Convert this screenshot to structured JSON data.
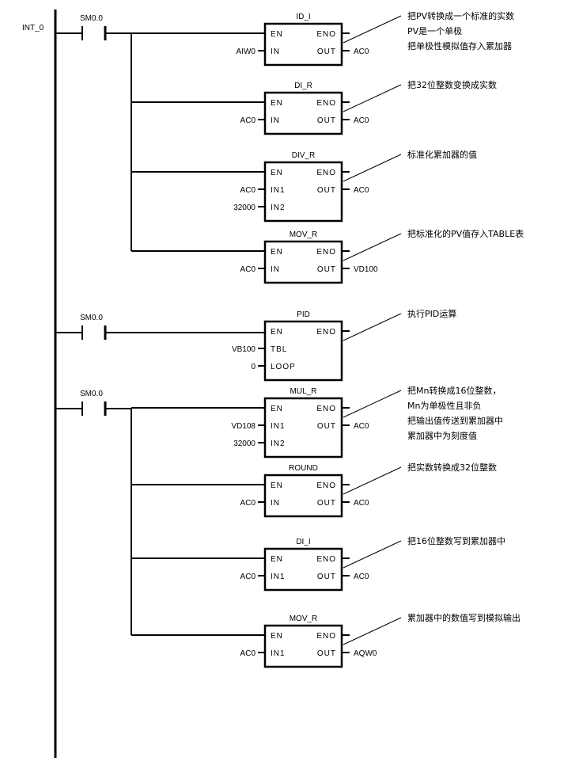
{
  "diagram": {
    "type": "ladder-logic",
    "rail_label": "INT_0",
    "networks": [
      {
        "contact": "SM0.0",
        "blocks": [
          {
            "name": "ID_I",
            "inputs": [
              {
                "pin": "EN",
                "value": ""
              },
              {
                "pin": "IN",
                "value": "AIW0"
              }
            ],
            "outputs": [
              {
                "pin": "ENO",
                "value": ""
              },
              {
                "pin": "OUT",
                "value": "AC0"
              }
            ],
            "comment": [
              "把PV转换成一个标准的实数",
              "PV是一个单极",
              "把单极性模拟值存入累加器"
            ]
          },
          {
            "name": "DI_R",
            "inputs": [
              {
                "pin": "EN",
                "value": ""
              },
              {
                "pin": "IN",
                "value": "AC0"
              }
            ],
            "outputs": [
              {
                "pin": "ENO",
                "value": ""
              },
              {
                "pin": "OUT",
                "value": "AC0"
              }
            ],
            "comment": [
              "把32位整数变换成实数"
            ]
          },
          {
            "name": "DIV_R",
            "inputs": [
              {
                "pin": "EN",
                "value": ""
              },
              {
                "pin": "IN1",
                "value": "AC0"
              },
              {
                "pin": "IN2",
                "value": "32000"
              }
            ],
            "outputs": [
              {
                "pin": "ENO",
                "value": ""
              },
              {
                "pin": "OUT",
                "value": "AC0"
              }
            ],
            "comment": [
              "标准化累加器的值"
            ]
          },
          {
            "name": "MOV_R",
            "inputs": [
              {
                "pin": "EN",
                "value": ""
              },
              {
                "pin": "IN",
                "value": "AC0"
              }
            ],
            "outputs": [
              {
                "pin": "ENO",
                "value": ""
              },
              {
                "pin": "OUT",
                "value": "VD100"
              }
            ],
            "comment": [
              "把标准化的PV值存入TABLE表"
            ]
          }
        ]
      },
      {
        "contact": "SM0.0",
        "blocks": [
          {
            "name": "PID",
            "inputs": [
              {
                "pin": "EN",
                "value": ""
              },
              {
                "pin": "TBL",
                "value": "VB100"
              },
              {
                "pin": "LOOP",
                "value": "0"
              }
            ],
            "outputs": [
              {
                "pin": "ENO",
                "value": ""
              }
            ],
            "comment": [
              "执行PID运算"
            ]
          }
        ]
      },
      {
        "contact": "SM0.0",
        "blocks": [
          {
            "name": "MUL_R",
            "inputs": [
              {
                "pin": "EN",
                "value": ""
              },
              {
                "pin": "IN1",
                "value": "VD108"
              },
              {
                "pin": "IN2",
                "value": "32000"
              }
            ],
            "outputs": [
              {
                "pin": "ENO",
                "value": ""
              },
              {
                "pin": "OUT",
                "value": "AC0"
              }
            ],
            "comment": [
              "把Mn转换成16位整数，",
              "Mn为单极性且非负",
              "把输出值传送到累加器中",
              "累加器中为刻度值"
            ]
          },
          {
            "name": "ROUND",
            "inputs": [
              {
                "pin": "EN",
                "value": ""
              },
              {
                "pin": "IN",
                "value": "AC0"
              }
            ],
            "outputs": [
              {
                "pin": "ENO",
                "value": ""
              },
              {
                "pin": "OUT",
                "value": "AC0"
              }
            ],
            "comment": [
              "把实数转换成32位整数"
            ]
          },
          {
            "name": "DI_I",
            "inputs": [
              {
                "pin": "EN",
                "value": ""
              },
              {
                "pin": "IN1",
                "value": "AC0"
              }
            ],
            "outputs": [
              {
                "pin": "ENO",
                "value": ""
              },
              {
                "pin": "OUT",
                "value": "AC0"
              }
            ],
            "comment": [
              "把16位整数写到累加器中"
            ]
          },
          {
            "name": "MOV_R",
            "inputs": [
              {
                "pin": "EN",
                "value": ""
              },
              {
                "pin": "IN1",
                "value": "AC0"
              }
            ],
            "outputs": [
              {
                "pin": "ENO",
                "value": ""
              },
              {
                "pin": "OUT",
                "value": "AQW0"
              }
            ],
            "comment": [
              "累加器中的数值写到模拟输出"
            ]
          }
        ]
      }
    ]
  }
}
